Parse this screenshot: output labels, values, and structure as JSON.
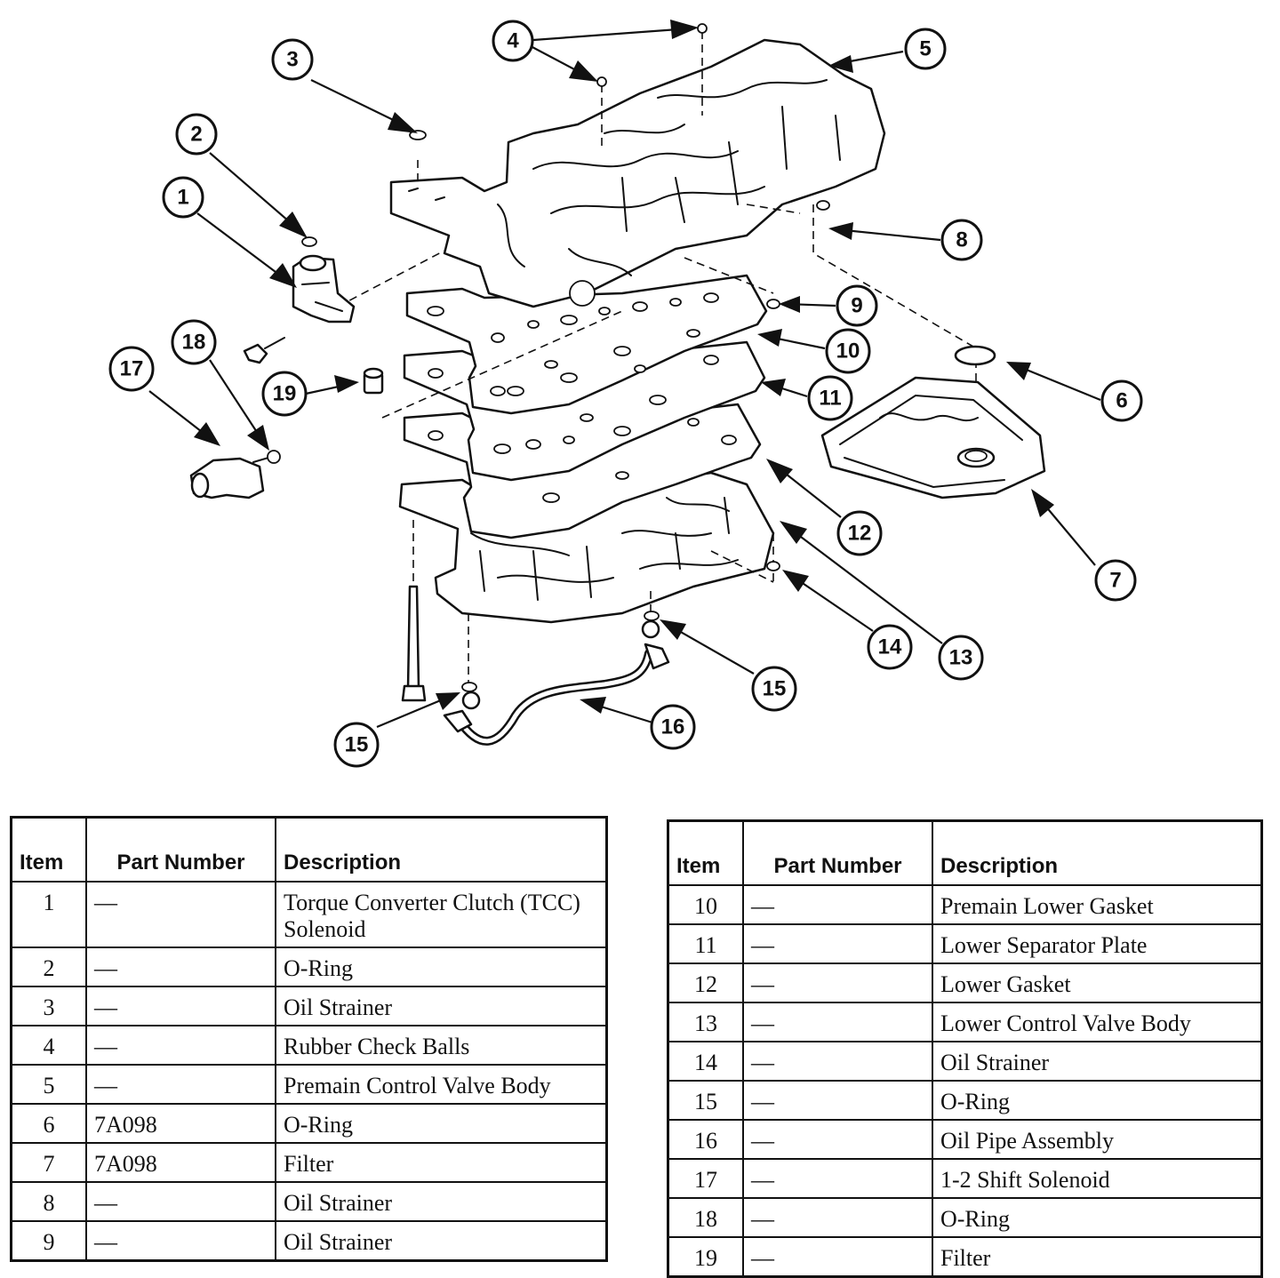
{
  "callouts": [
    {
      "id": "1",
      "label": "1"
    },
    {
      "id": "2",
      "label": "2"
    },
    {
      "id": "3",
      "label": "3"
    },
    {
      "id": "4",
      "label": "4"
    },
    {
      "id": "5",
      "label": "5"
    },
    {
      "id": "6",
      "label": "6"
    },
    {
      "id": "7",
      "label": "7"
    },
    {
      "id": "8",
      "label": "8"
    },
    {
      "id": "9",
      "label": "9"
    },
    {
      "id": "10",
      "label": "10"
    },
    {
      "id": "11",
      "label": "11"
    },
    {
      "id": "12",
      "label": "12"
    },
    {
      "id": "13",
      "label": "13"
    },
    {
      "id": "14",
      "label": "14"
    },
    {
      "id": "15a",
      "label": "15"
    },
    {
      "id": "15b",
      "label": "15"
    },
    {
      "id": "16",
      "label": "16"
    },
    {
      "id": "17",
      "label": "17"
    },
    {
      "id": "18",
      "label": "18"
    },
    {
      "id": "19",
      "label": "19"
    }
  ],
  "table_headers": {
    "item": "Item",
    "part_number": "Part Number",
    "description": "Description"
  },
  "table_left": [
    {
      "item": "1",
      "part": "—",
      "desc": "Torque Converter Clutch (TCC) Solenoid"
    },
    {
      "item": "2",
      "part": "—",
      "desc": "O-Ring"
    },
    {
      "item": "3",
      "part": "—",
      "desc": "Oil Strainer"
    },
    {
      "item": "4",
      "part": "—",
      "desc": "Rubber Check Balls"
    },
    {
      "item": "5",
      "part": "—",
      "desc": "Premain Control Valve Body"
    },
    {
      "item": "6",
      "part": "7A098",
      "desc": "O-Ring"
    },
    {
      "item": "7",
      "part": "7A098",
      "desc": "Filter"
    },
    {
      "item": "8",
      "part": "—",
      "desc": "Oil Strainer"
    },
    {
      "item": "9",
      "part": "—",
      "desc": "Oil Strainer"
    }
  ],
  "table_right": [
    {
      "item": "10",
      "part": "—",
      "desc": "Premain Lower Gasket"
    },
    {
      "item": "11",
      "part": "—",
      "desc": "Lower Separator Plate"
    },
    {
      "item": "12",
      "part": "—",
      "desc": "Lower Gasket"
    },
    {
      "item": "13",
      "part": "—",
      "desc": "Lower Control Valve Body"
    },
    {
      "item": "14",
      "part": "—",
      "desc": "Oil Strainer"
    },
    {
      "item": "15",
      "part": "—",
      "desc": "O-Ring"
    },
    {
      "item": "16",
      "part": "—",
      "desc": "Oil Pipe Assembly"
    },
    {
      "item": "17",
      "part": "—",
      "desc": "1-2 Shift Solenoid"
    },
    {
      "item": "18",
      "part": "—",
      "desc": "O-Ring"
    },
    {
      "item": "19",
      "part": "—",
      "desc": "Filter"
    }
  ]
}
